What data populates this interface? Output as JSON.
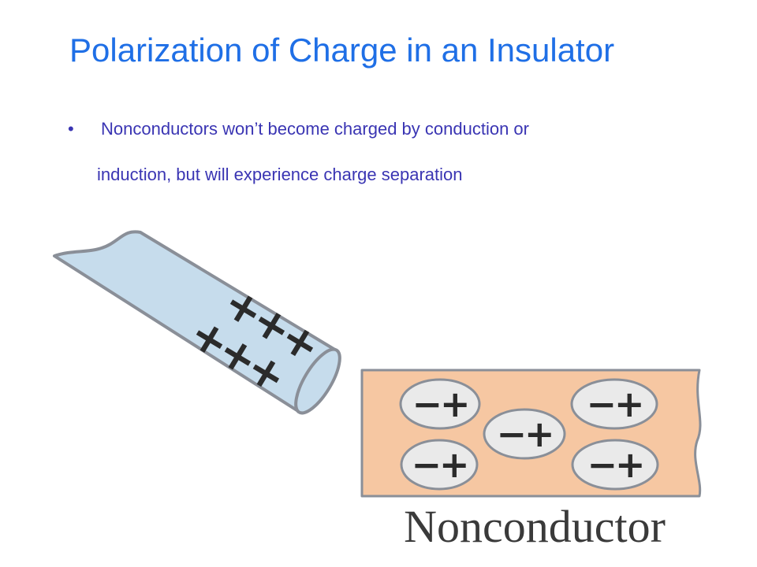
{
  "slide": {
    "title": "Polarization of Charge in an Insulator",
    "bullet": {
      "marker": "•",
      "lines": [
        "Nonconductors won’t become charged by conduction or",
        "induction, but will experience charge separation"
      ]
    }
  },
  "figure": {
    "rod": {
      "charge_rows": [
        "+++",
        "+++"
      ]
    },
    "block": {
      "label": "Nonconductor",
      "dipoles": [
        "−+",
        "−+",
        "−+",
        "−+",
        "−+"
      ]
    }
  },
  "colors": {
    "title": "#1f6fe6",
    "bullet_text": "#3a35b3",
    "rod_fill": "#c6dcec",
    "rod_outline": "#8a8f98",
    "block_fill": "#f6c7a2",
    "block_outline": "#8a8f98",
    "dipole_fill": "#eaeaea",
    "charge_sign": "#2b2b2b",
    "label_text": "#3a3a3a"
  }
}
